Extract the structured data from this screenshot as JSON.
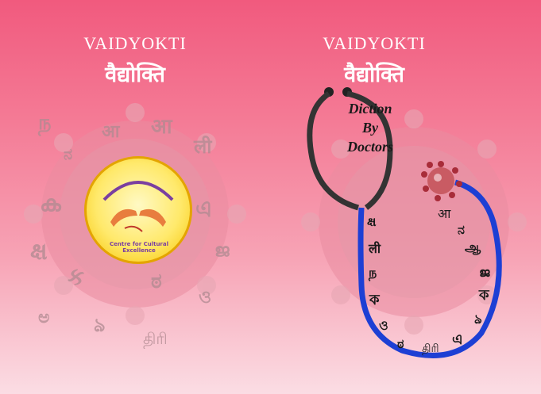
{
  "left_panel": {
    "title_en": "VAIDYOKTI",
    "title_hi": "वैद्योक्ति",
    "logo": {
      "name": "sanskruti",
      "caption": "Centre for Cultural Excellence"
    },
    "glyphs": [
      "ந",
      "आ",
      "आ",
      "ली",
      "ನ",
      "ക",
      "এ",
      "ક્ષ",
      "ജ",
      "ક",
      "ಠ",
      "ও",
      "ಅ",
      "ঌ",
      "திரி"
    ]
  },
  "right_panel": {
    "title_en": "VAIDYOKTI",
    "title_hi": "वैद्योक्ति",
    "stethoscope_text": [
      "Diction",
      "By",
      "Doctors"
    ],
    "glyphs": [
      "आ",
      "ನ",
      "ஆ",
      "ജ",
      "ক",
      "ঌ",
      "এ",
      "திரி",
      "ಠ",
      "ও",
      "ক",
      "ந",
      "ली",
      "ક્ષ"
    ]
  },
  "colors": {
    "background_top": "#f15a7e",
    "background_bottom": "#fbdde4",
    "tube": "#1d3fd4",
    "logo_fill": "#ffe96b"
  }
}
